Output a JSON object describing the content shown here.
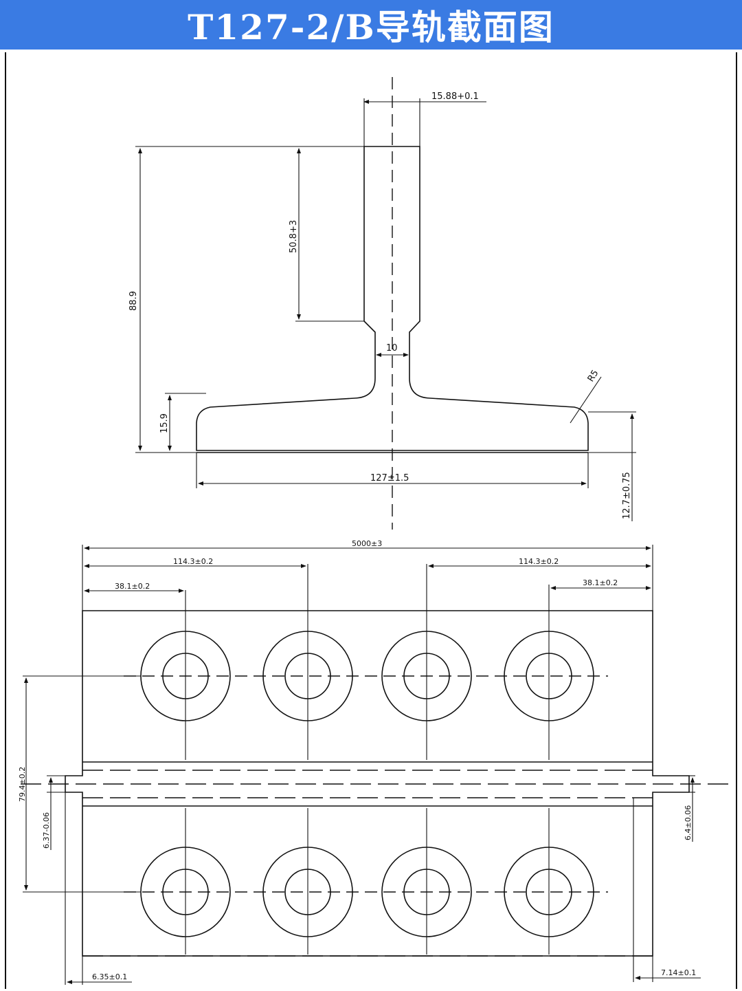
{
  "title": "T127-2/B导轨截面图",
  "colors": {
    "title_bg": "#3a7be3",
    "title_text": "#ffffff",
    "line": "#111111"
  },
  "section": {
    "dim_head_width": "15.88+0.1",
    "dim_blade_height": "50.8+3",
    "dim_total_height": "88.9",
    "dim_neck": "10",
    "dim_radius": "R5",
    "dim_foot_height": "15.9",
    "dim_base_width": "127±1.5",
    "dim_foot_edge": "12.7±0.75"
  },
  "plan": {
    "dim_length": "5000±3",
    "dim_left_spacing": "114.3±0.2",
    "dim_right_spacing": "114.3±0.2",
    "dim_left_offset": "38.1±0.2",
    "dim_right_offset": "38.1±0.2",
    "dim_hole_spacing": "79.4±0.2",
    "dim_tongue_left": "6.37-0.06",
    "dim_tongue_right": "6.4±0.06",
    "dim_left_end": "6.35±0.1",
    "dim_right_end": "7.14±0.1"
  }
}
